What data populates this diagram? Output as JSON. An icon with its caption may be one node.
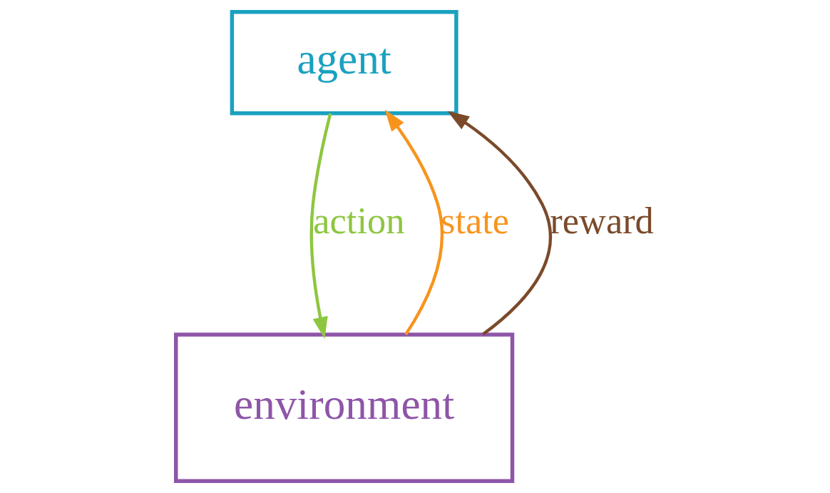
{
  "diagram": {
    "nodes": [
      {
        "text": [
          "agent"
        ]
      },
      {
        "text": [
          "environment"
        ]
      }
    ],
    "edges": [
      {
        "from": 1,
        "to": 0,
        "arrow": "to",
        "label": "state",
        "color": "#f7941d"
      },
      {
        "from": 1,
        "to": 0,
        "arrow": "to",
        "label": "reward",
        "color": "#7b4a2a"
      },
      {
        "from": 0,
        "to": 1,
        "arrow": "to",
        "label": "action",
        "color": "#8dc63f"
      }
    ]
  }
}
